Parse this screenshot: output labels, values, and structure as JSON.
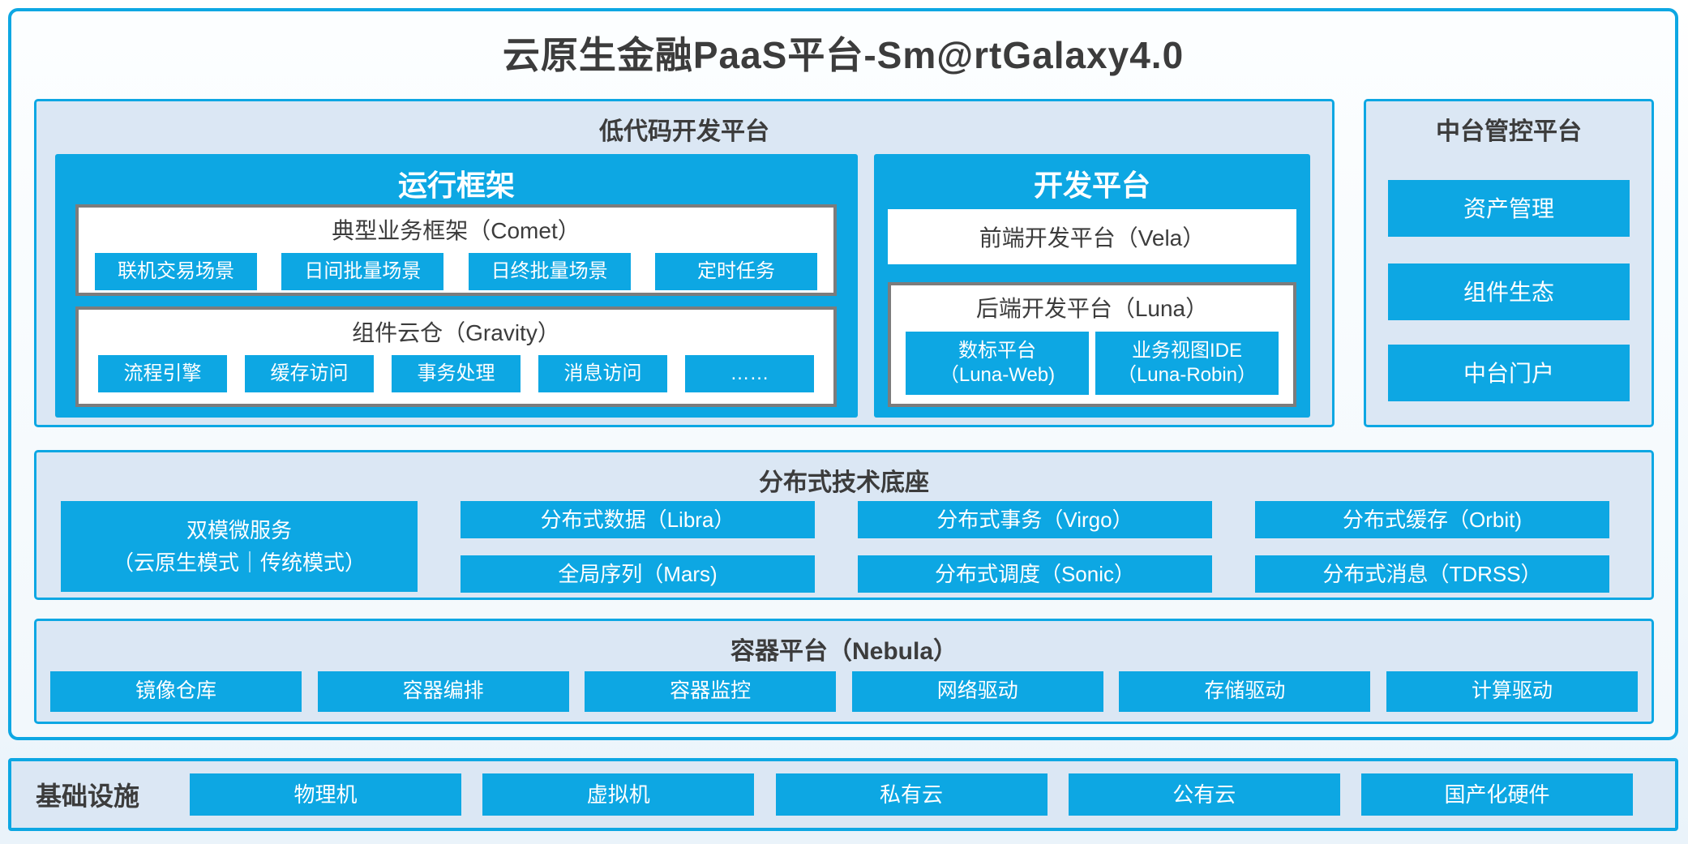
{
  "title": "云原生金融PaaS平台-Sm@rtGalaxy4.0",
  "colors": {
    "accent": "#0da7e3",
    "panel_bg": "#dbe7f4",
    "text_dark": "#3c3c3c",
    "gray_border": "#7c7c7c"
  },
  "low_code_platform": {
    "header": "低代码开发平台",
    "runtime_framework": {
      "header": "运行框架",
      "comet": {
        "header": "典型业务框架（Comet）",
        "items": [
          "联机交易场景",
          "日间批量场景",
          "日终批量场景",
          "定时任务"
        ]
      },
      "gravity": {
        "header": "组件云仓（Gravity）",
        "items": [
          "流程引擎",
          "缓存访问",
          "事务处理",
          "消息访问",
          "……"
        ]
      }
    },
    "dev_platform": {
      "header": "开发平台",
      "vela_label": "前端开发平台（Vela）",
      "luna": {
        "header": "后端开发平台（Luna）",
        "items": [
          {
            "title": "数标平台",
            "subtitle": "（Luna-Web)"
          },
          {
            "title": "业务视图IDE",
            "subtitle": "（Luna-Robin）"
          }
        ]
      }
    }
  },
  "mid_platform": {
    "header": "中台管控平台",
    "items": [
      "资产管理",
      "组件生态",
      "中台门户"
    ]
  },
  "distributed_base": {
    "header": "分布式技术底座",
    "dual_mode_service": {
      "line1": "双模微服务",
      "line2": "（云原生模式｜传统模式）"
    },
    "cells": [
      "分布式数据（Libra）",
      "分布式事务（Virgo）",
      "分布式缓存（Orbit)",
      "全局序列（Mars)",
      "分布式调度（Sonic）",
      "分布式消息（TDRSS）"
    ]
  },
  "container_platform": {
    "header": "容器平台（Nebula）",
    "items": [
      "镜像仓库",
      "容器编排",
      "容器监控",
      "网络驱动",
      "存储驱动",
      "计算驱动"
    ]
  },
  "infrastructure": {
    "header": "基础设施",
    "items": [
      "物理机",
      "虚拟机",
      "私有云",
      "公有云",
      "国产化硬件"
    ]
  }
}
